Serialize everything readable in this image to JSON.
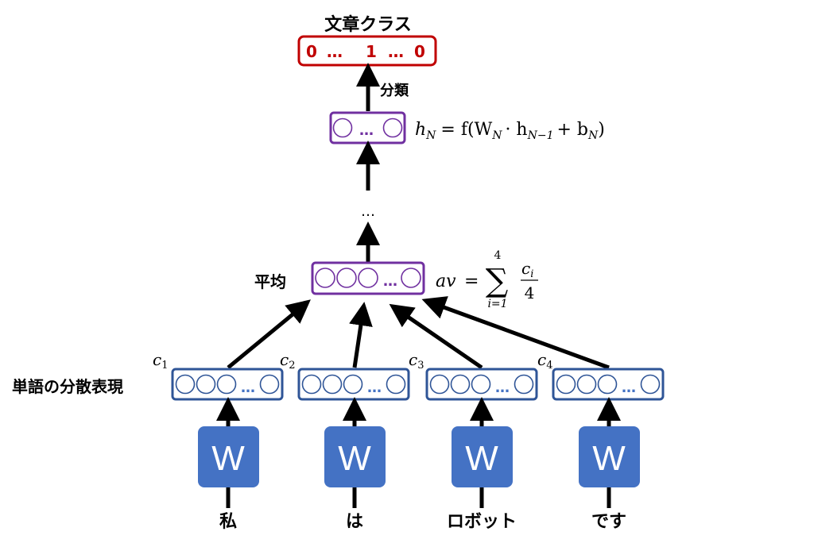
{
  "diagram": {
    "output_title": "文章クラス",
    "output_vector": {
      "v0": "0",
      "dots1": "…",
      "v1": "1",
      "dots2": "…",
      "v2": "0"
    },
    "classify_label": "分類",
    "hidden_dots": "…",
    "vector_dots": "…",
    "vertical_dots": "…",
    "average_label": "平均",
    "distributed_label": "単語の分散表現",
    "w_label": "W",
    "words": [
      "私",
      "は",
      "ロボット",
      "です"
    ],
    "c_vars": [
      {
        "base": "c",
        "sub": "1"
      },
      {
        "base": "c",
        "sub": "2"
      },
      {
        "base": "c",
        "sub": "3"
      },
      {
        "base": "c",
        "sub": "4"
      }
    ],
    "formula_hn": {
      "h": "h",
      "h_sub": "N",
      "eq": "= f(W",
      "w_sub": "N",
      "dot": "· h",
      "h2_sub": "N−1",
      "plus": "+ b",
      "b_sub": "N",
      "close": ")"
    },
    "formula_av": {
      "lhs": "av",
      "eq": "=",
      "sigma": "∑",
      "upper": "4",
      "lower": "i=1",
      "num": "c",
      "num_sub": "i",
      "den": "4"
    },
    "colors": {
      "output": "#c00000",
      "hidden": "#7030a0",
      "embedding": "#2f5597",
      "w_box": "#4472c4",
      "ellipsis_blue": "#4472c4"
    }
  }
}
